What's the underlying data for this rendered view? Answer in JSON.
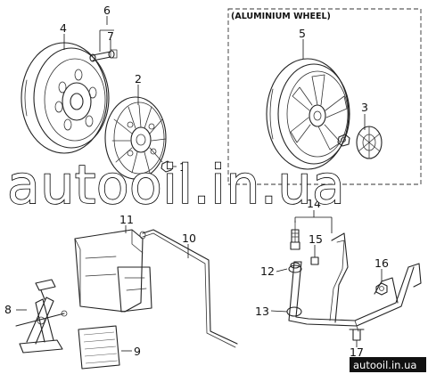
{
  "panel_title": "(ALUMINIUM WHEEL)",
  "watermark": "autooil.in.ua",
  "badge": "autooil.in.ua",
  "callouts": {
    "p1": "1",
    "p2": "2",
    "p3": "3",
    "p4": "4",
    "p5": "5",
    "p6": "6",
    "p7": "7",
    "p8": "8",
    "p9": "9",
    "p10": "10",
    "p11": "11",
    "p12": "12",
    "p13": "13",
    "p14": "14",
    "p15": "15",
    "p16": "16",
    "p17": "17"
  }
}
